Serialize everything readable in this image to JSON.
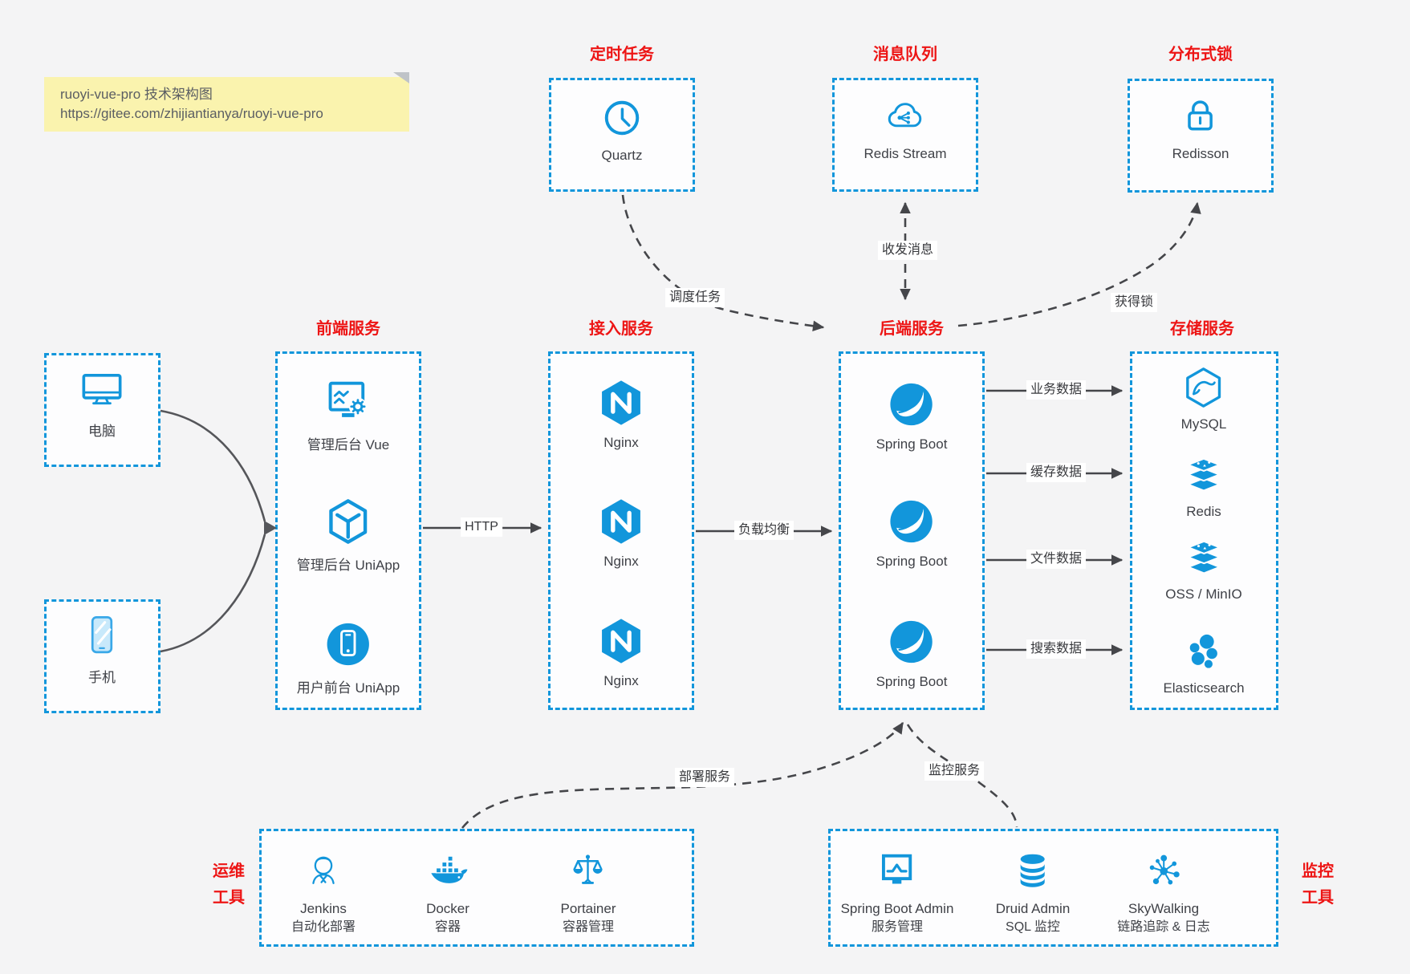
{
  "note": {
    "title": "ruoyi-vue-pro 技术架构图",
    "url": "https://gitee.com/zhijiantianya/ruoyi-vue-pro"
  },
  "colors": {
    "accent_blue": "#1296db",
    "title_red": "#ed1515",
    "arrow_dark": "#45464a",
    "note_bg": "#faf3ae",
    "canvas_bg": "#f4f4f5"
  },
  "top_services": [
    {
      "title": "定时任务",
      "item": {
        "icon": "clock-icon",
        "label": "Quartz"
      }
    },
    {
      "title": "消息队列",
      "item": {
        "icon": "cloud-mq-icon",
        "label": "Redis Stream"
      }
    },
    {
      "title": "分布式锁",
      "item": {
        "icon": "lock-icon",
        "label": "Redisson"
      }
    }
  ],
  "clients": [
    {
      "icon": "desktop-icon",
      "label": "电脑"
    },
    {
      "icon": "smartphone-icon",
      "label": "手机"
    }
  ],
  "columns": [
    {
      "title": "前端服务",
      "items": [
        {
          "icon": "admin-vue-icon",
          "label": "管理后台 Vue"
        },
        {
          "icon": "uniapp-cube-icon",
          "label": "管理后台 UniApp"
        },
        {
          "icon": "user-app-icon",
          "label": "用户前台 UniApp"
        }
      ]
    },
    {
      "title": "接入服务",
      "items": [
        {
          "icon": "nginx-icon",
          "label": "Nginx"
        },
        {
          "icon": "nginx-icon",
          "label": "Nginx"
        },
        {
          "icon": "nginx-icon",
          "label": "Nginx"
        }
      ]
    },
    {
      "title": "后端服务",
      "items": [
        {
          "icon": "spring-boot-icon",
          "label": "Spring Boot"
        },
        {
          "icon": "spring-boot-icon",
          "label": "Spring Boot"
        },
        {
          "icon": "spring-boot-icon",
          "label": "Spring Boot"
        }
      ]
    },
    {
      "title": "存储服务",
      "items": [
        {
          "icon": "mysql-icon",
          "label": "MySQL"
        },
        {
          "icon": "redis-icon",
          "label": "Redis"
        },
        {
          "icon": "oss-icon",
          "label": "OSS / MinIO"
        },
        {
          "icon": "elasticsearch-icon",
          "label": "Elasticsearch"
        }
      ]
    }
  ],
  "ops_tools": {
    "title_line1": "运维",
    "title_line2": "工具",
    "items": [
      {
        "icon": "jenkins-icon",
        "name": "Jenkins",
        "desc": "自动化部署"
      },
      {
        "icon": "docker-icon",
        "name": "Docker",
        "desc": "容器"
      },
      {
        "icon": "portainer-icon",
        "name": "Portainer",
        "desc": "容器管理"
      }
    ]
  },
  "monitor_tools": {
    "title_line1": "监控",
    "title_line2": "工具",
    "items": [
      {
        "icon": "spring-boot-admin-icon",
        "name": "Spring Boot Admin",
        "desc": "服务管理"
      },
      {
        "icon": "druid-icon",
        "name": "Druid Admin",
        "desc": "SQL 监控"
      },
      {
        "icon": "skywalking-icon",
        "name": "SkyWalking",
        "desc": "链路追踪 & 日志"
      }
    ]
  },
  "edge_labels": {
    "http": "HTTP",
    "load_balance": "负载均衡",
    "schedule_task": "调度任务",
    "send_receive_message": "收发消息",
    "acquire_lock": "获得锁",
    "business_data": "业务数据",
    "cache_data": "缓存数据",
    "file_data": "文件数据",
    "search_data": "搜索数据",
    "deploy_service": "部署服务",
    "monitor_service": "监控服务"
  }
}
